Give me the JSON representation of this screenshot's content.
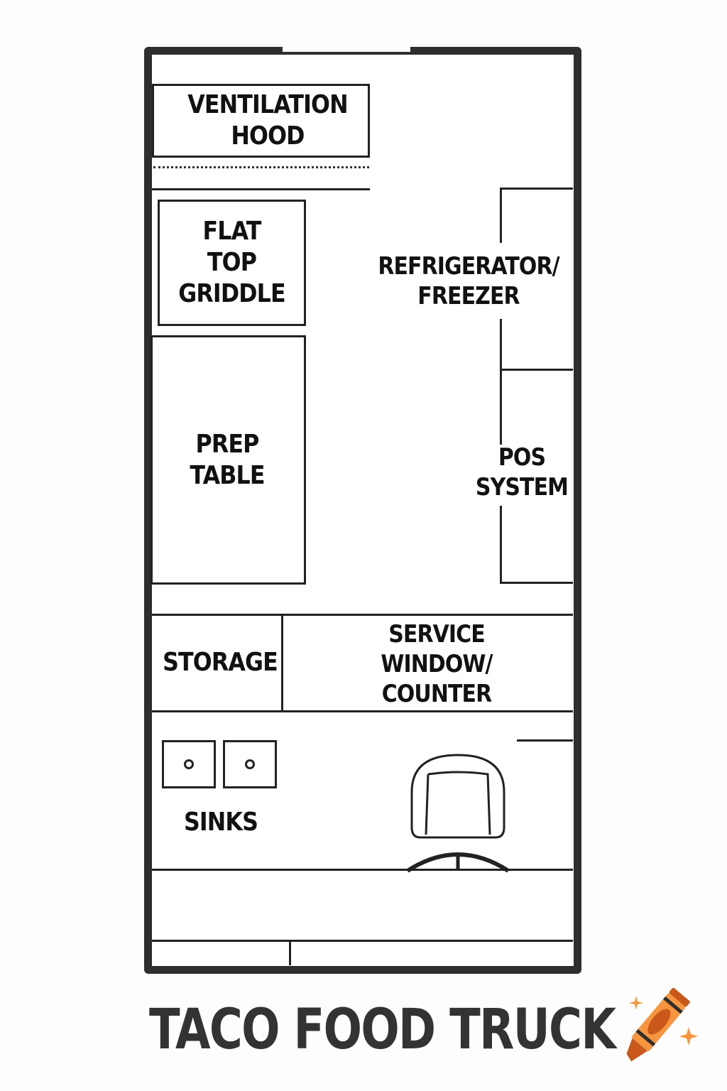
{
  "title": "TACO FOOD TRUCK",
  "zones": {
    "ventilation_hood": "VENTILATION\nHOOD",
    "flat_top_griddle": "FLAT\nTOP\nGRIDDLE",
    "prep_table": "PREP\nTABLE",
    "refrigerator_freezer": "REFRIGERATOR/\nFREEZER",
    "pos_system": "POS\nSYSTEM",
    "storage": "STORAGE",
    "service_window_counter": "SERVICE\nWINDOW/\nCOUNTER",
    "sinks": "SINKS"
  },
  "icons": {
    "logo": "crayon-icon",
    "sparkles": "sparkle-icon"
  },
  "colors": {
    "wall": "#2e2e2e",
    "line": "#222222",
    "crayon_body": "#f7953f",
    "crayon_dark": "#c9581a",
    "crayon_band": "#2e2e2e"
  }
}
